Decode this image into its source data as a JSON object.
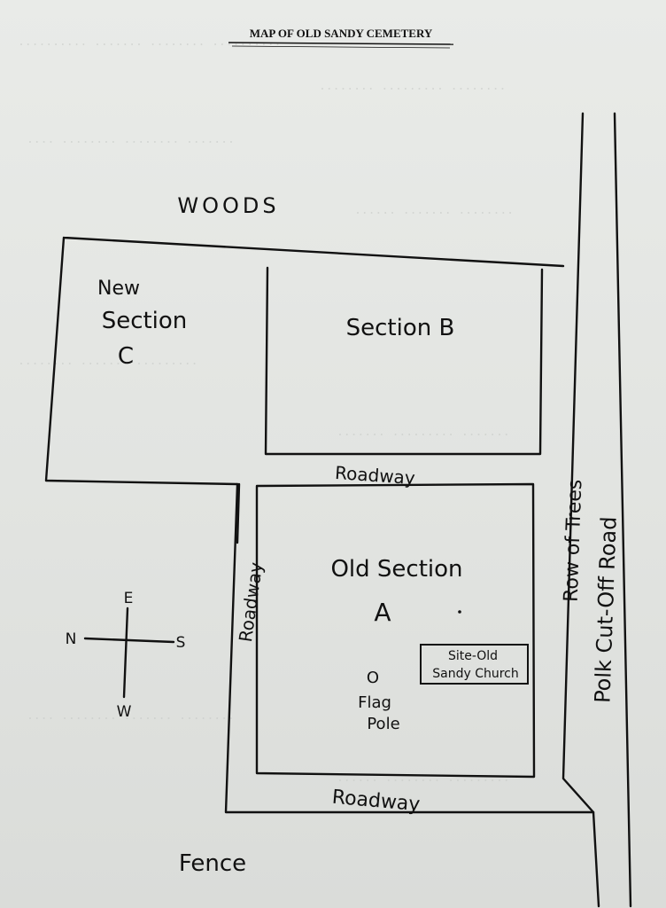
{
  "map": {
    "title": "MAP OF OLD SANDY CEMETERY",
    "labels": {
      "woods": "WOODS",
      "new_section_line1": "New",
      "new_section_line2": "Section",
      "new_section_line3": "C",
      "section_b": "Section B",
      "roadway_top": "Roadway",
      "roadway_left": "Roadway",
      "roadway_bottom": "Roadway",
      "old_section": "Old Section",
      "old_section_letter": "A",
      "row_of_trees": "Row of Trees",
      "polk_road": "Polk Cut-Off Road",
      "site_line1": "Site-Old",
      "site_line2": "Sandy Church",
      "flag_marker": "O",
      "flag_line1": "Flag",
      "flag_line2": "Pole",
      "fence": "Fence"
    },
    "compass": {
      "east": "E",
      "west": "W",
      "north": "N",
      "south": "S"
    }
  }
}
